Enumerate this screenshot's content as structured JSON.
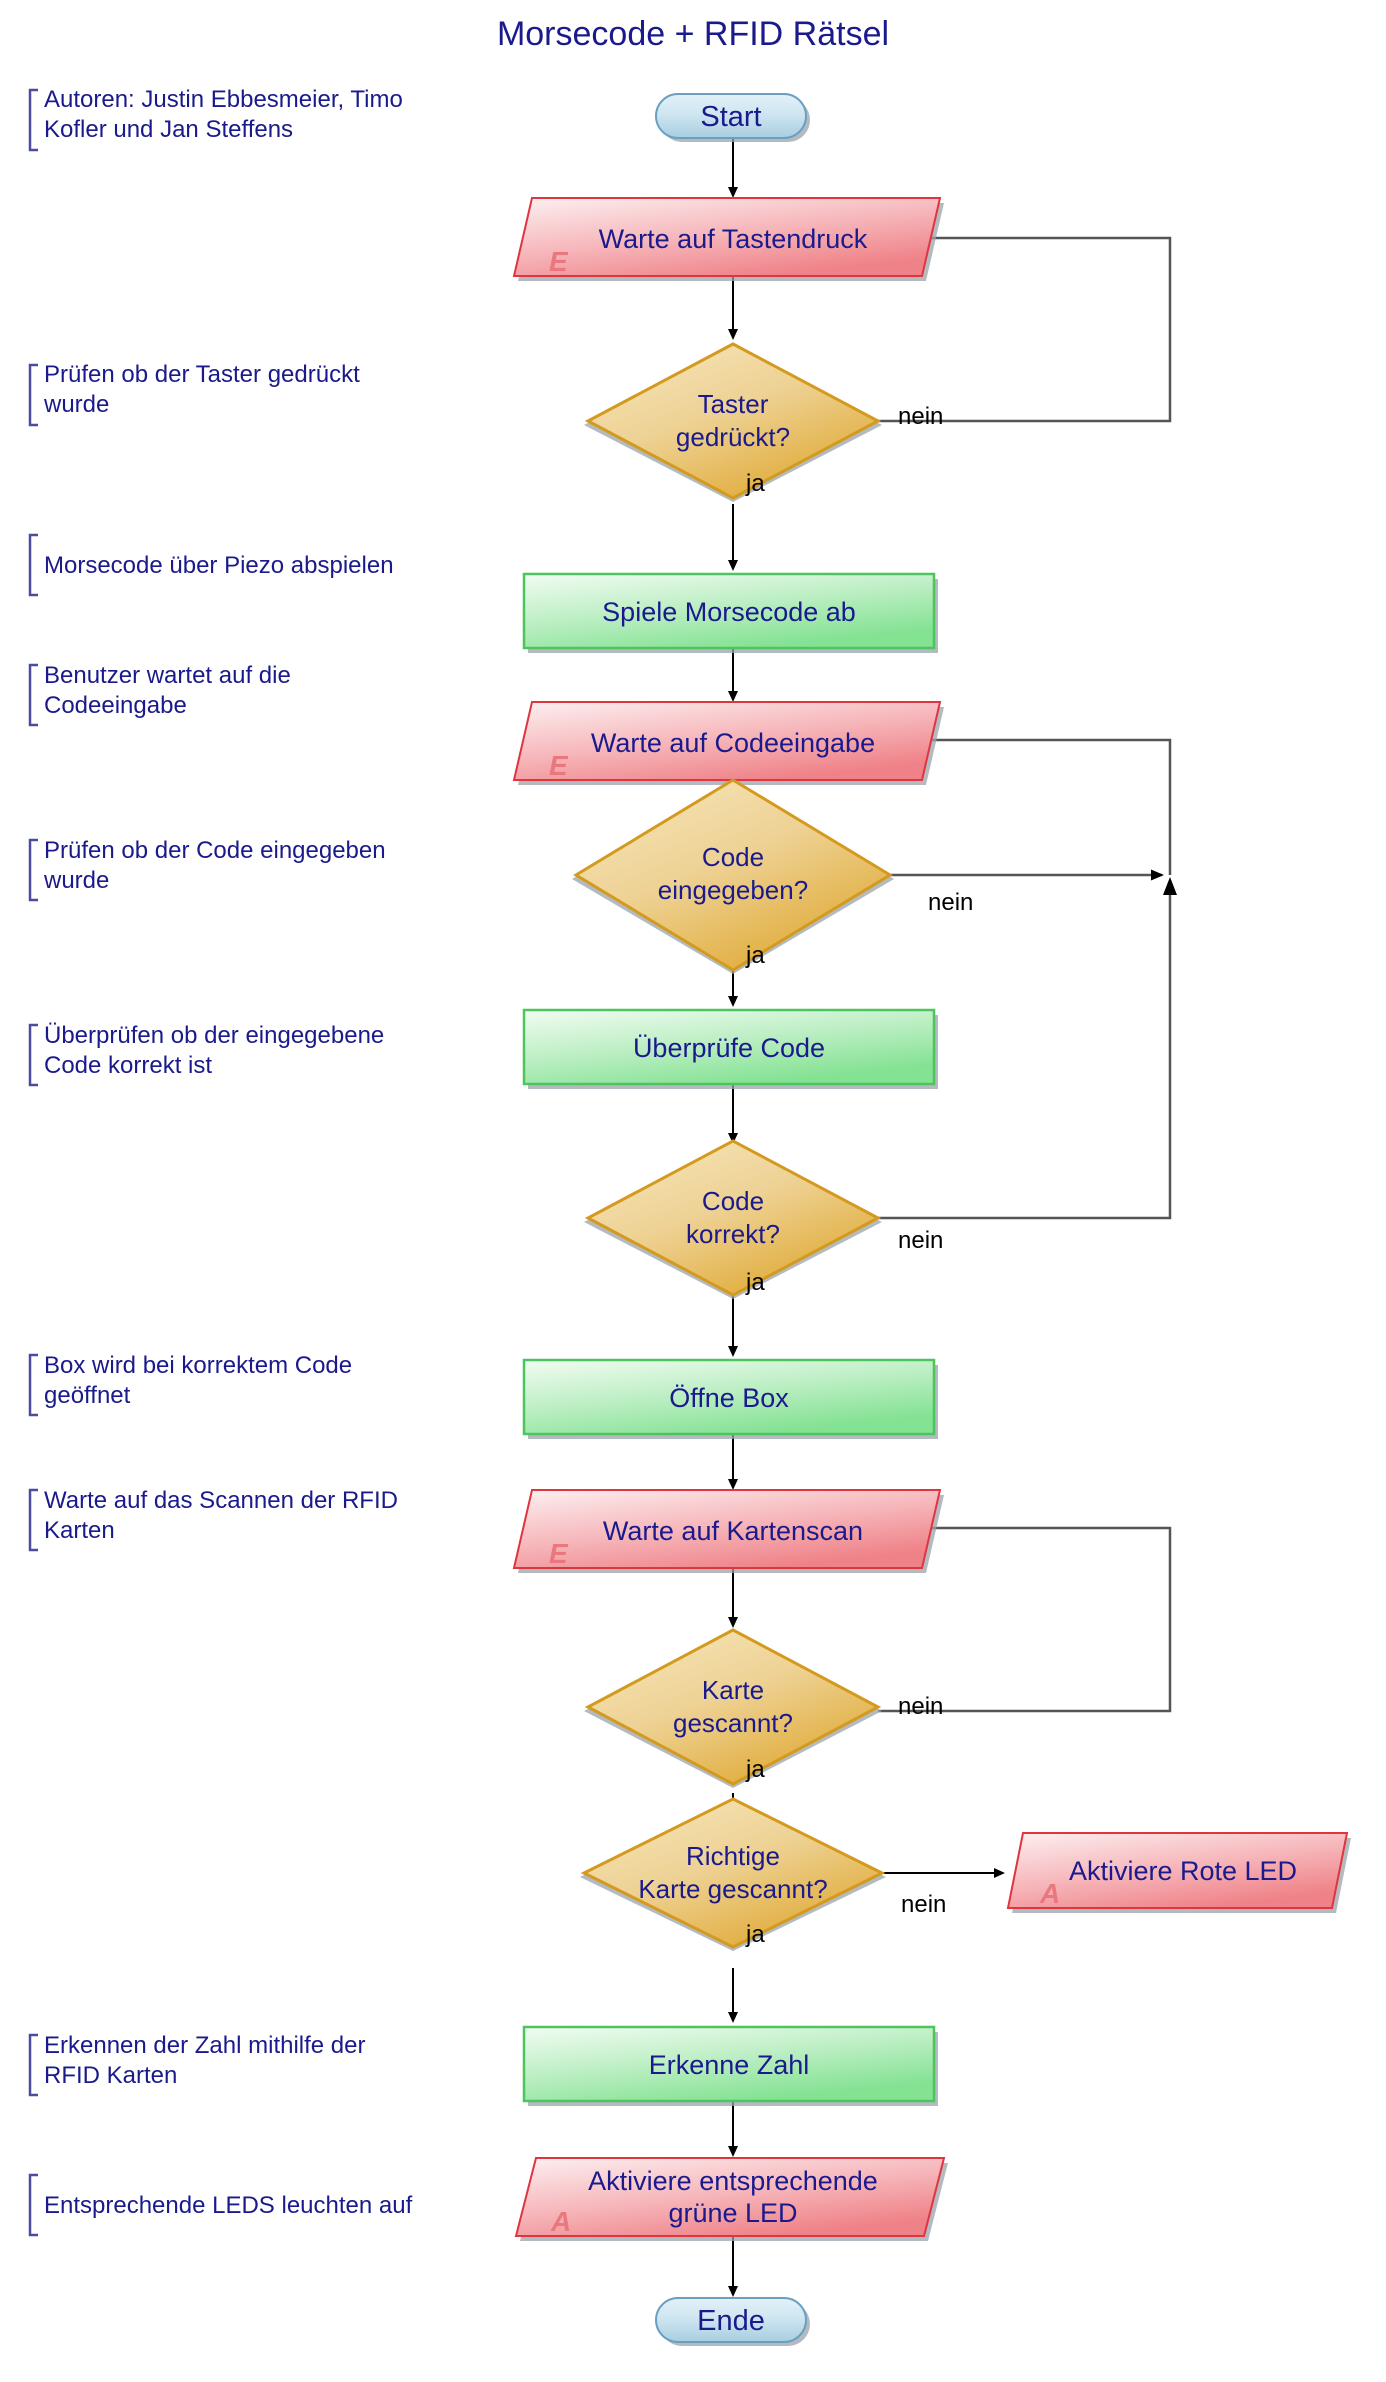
{
  "title": "Morsecode + RFID Rätsel",
  "authors_note": {
    "line1": "Autoren: Justin Ebbesmeier, Timo",
    "line2": "Kofler und Jan Steffens"
  },
  "colors": {
    "text_blue": "#1a1a8c",
    "input_red_fill": "#f08a8f",
    "input_red_border": "#e0343f",
    "process_green_fill": "#8ce79a",
    "process_green_border": "#4ec45e",
    "decision_gold_fill": "#e6b54a",
    "decision_gold_border": "#d49a1e",
    "terminator_blue_fill": "#bcdbeb",
    "terminator_blue_border": "#6b9fc0",
    "marker_pink": "#e8787e",
    "connector_black": "#000000",
    "connector_gray": "#555555",
    "note_bracket": "#4c4c9c"
  },
  "notes": [
    {
      "id": "note-taster",
      "lines": [
        "Prüfen ob der Taster gedrückt",
        "wurde"
      ]
    },
    {
      "id": "note-piezo",
      "lines": [
        "Morsecode über Piezo abspielen"
      ]
    },
    {
      "id": "note-codeeingabe",
      "lines": [
        "Benutzer wartet auf die",
        "Codeeingabe"
      ]
    },
    {
      "id": "note-code-eingegeben",
      "lines": [
        "Prüfen ob der Code eingegeben",
        "wurde"
      ]
    },
    {
      "id": "note-code-korrekt",
      "lines": [
        "Überprüfen ob der eingegebene",
        "Code korrekt ist"
      ]
    },
    {
      "id": "note-box",
      "lines": [
        "Box wird bei korrektem Code",
        "geöffnet"
      ]
    },
    {
      "id": "note-rfid-scan",
      "lines": [
        "Warte auf das Scannen der RFID",
        "Karten"
      ]
    },
    {
      "id": "note-zahl",
      "lines": [
        "Erkennen der Zahl mithilfe der",
        "RFID Karten"
      ]
    },
    {
      "id": "note-leds",
      "lines": [
        "Entsprechende LEDS leuchten auf"
      ]
    }
  ],
  "nodes": [
    {
      "id": "start",
      "type": "terminator",
      "label": "Start"
    },
    {
      "id": "warte-tastendruck",
      "type": "input",
      "label": "Warte auf Tastendruck",
      "marker": "E"
    },
    {
      "id": "taster-gedrueckt",
      "type": "decision",
      "label_lines": [
        "Taster",
        "gedrückt?"
      ]
    },
    {
      "id": "spiele-morsecode",
      "type": "process",
      "label": "Spiele Morsecode ab"
    },
    {
      "id": "warte-codeeingabe",
      "type": "input",
      "label": "Warte auf Codeeingabe",
      "marker": "E"
    },
    {
      "id": "code-eingegeben",
      "type": "decision",
      "label_lines": [
        "Code",
        "eingegeben?"
      ]
    },
    {
      "id": "ueberpruefe-code",
      "type": "process",
      "label": "Überprüfe Code"
    },
    {
      "id": "code-korrekt",
      "type": "decision",
      "label_lines": [
        "Code",
        "korrekt?"
      ]
    },
    {
      "id": "oeffne-box",
      "type": "process",
      "label": "Öffne Box"
    },
    {
      "id": "warte-kartenscan",
      "type": "input",
      "label": "Warte auf Kartenscan",
      "marker": "E"
    },
    {
      "id": "karte-gescannt",
      "type": "decision",
      "label_lines": [
        "Karte",
        "gescannt?"
      ]
    },
    {
      "id": "richtige-karte",
      "type": "decision",
      "label_lines": [
        "Richtige",
        "Karte gescannt?"
      ]
    },
    {
      "id": "rote-led",
      "type": "output",
      "label": "Aktiviere Rote LED",
      "marker": "A"
    },
    {
      "id": "erkenne-zahl",
      "type": "process",
      "label": "Erkenne Zahl"
    },
    {
      "id": "gruene-led",
      "type": "output",
      "label_lines": [
        "Aktiviere entsprechende",
        "grüne LED"
      ],
      "marker": "A"
    },
    {
      "id": "ende",
      "type": "terminator",
      "label": "Ende"
    }
  ],
  "edge_labels": {
    "yes": "ja",
    "no": "nein"
  },
  "edges": [
    {
      "from": "start",
      "to": "warte-tastendruck",
      "label": ""
    },
    {
      "from": "warte-tastendruck",
      "to": "taster-gedrueckt",
      "label": ""
    },
    {
      "from": "taster-gedrueckt",
      "to": "spiele-morsecode",
      "label": "ja"
    },
    {
      "from": "taster-gedrueckt",
      "to": "warte-tastendruck",
      "label": "nein"
    },
    {
      "from": "spiele-morsecode",
      "to": "warte-codeeingabe",
      "label": ""
    },
    {
      "from": "warte-codeeingabe",
      "to": "code-eingegeben",
      "label": ""
    },
    {
      "from": "code-eingegeben",
      "to": "ueberpruefe-code",
      "label": "ja"
    },
    {
      "from": "code-eingegeben",
      "to": "warte-codeeingabe",
      "label": "nein"
    },
    {
      "from": "ueberpruefe-code",
      "to": "code-korrekt",
      "label": ""
    },
    {
      "from": "code-korrekt",
      "to": "oeffne-box",
      "label": "ja"
    },
    {
      "from": "code-korrekt",
      "to": "warte-codeeingabe",
      "label": "nein"
    },
    {
      "from": "oeffne-box",
      "to": "warte-kartenscan",
      "label": ""
    },
    {
      "from": "warte-kartenscan",
      "to": "karte-gescannt",
      "label": ""
    },
    {
      "from": "karte-gescannt",
      "to": "richtige-karte",
      "label": "ja"
    },
    {
      "from": "karte-gescannt",
      "to": "warte-kartenscan",
      "label": "nein"
    },
    {
      "from": "richtige-karte",
      "to": "erkenne-zahl",
      "label": "ja"
    },
    {
      "from": "richtige-karte",
      "to": "rote-led",
      "label": "nein"
    },
    {
      "from": "erkenne-zahl",
      "to": "gruene-led",
      "label": ""
    },
    {
      "from": "gruene-led",
      "to": "ende",
      "label": ""
    }
  ]
}
